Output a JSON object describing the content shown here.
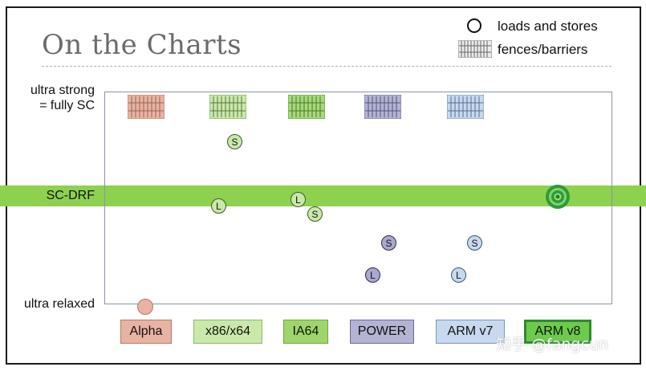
{
  "title": "On the Charts",
  "legend": {
    "loads_stores": "loads and stores",
    "fences": "fences/barriers"
  },
  "row_labels": {
    "top_line1": "ultra strong",
    "top_line2": "= fully SC",
    "middle": "SC-DRF",
    "bottom": "ultra relaxed"
  },
  "markers": {
    "store": "S",
    "load": "L"
  },
  "architectures": [
    "Alpha",
    "x86/x64",
    "IA64",
    "POWER",
    "ARM v7",
    "ARM v8"
  ],
  "watermark": "知乎 @fangcun",
  "colors": {
    "alpha": "#e9b3a2",
    "x86": "#c9e9a9",
    "ia64": "#9fd66b",
    "power": "#b3b3d3",
    "armv7": "#c7d9ef",
    "armv8": "#6ccb4b",
    "sc_band": "#8dd14f"
  }
}
